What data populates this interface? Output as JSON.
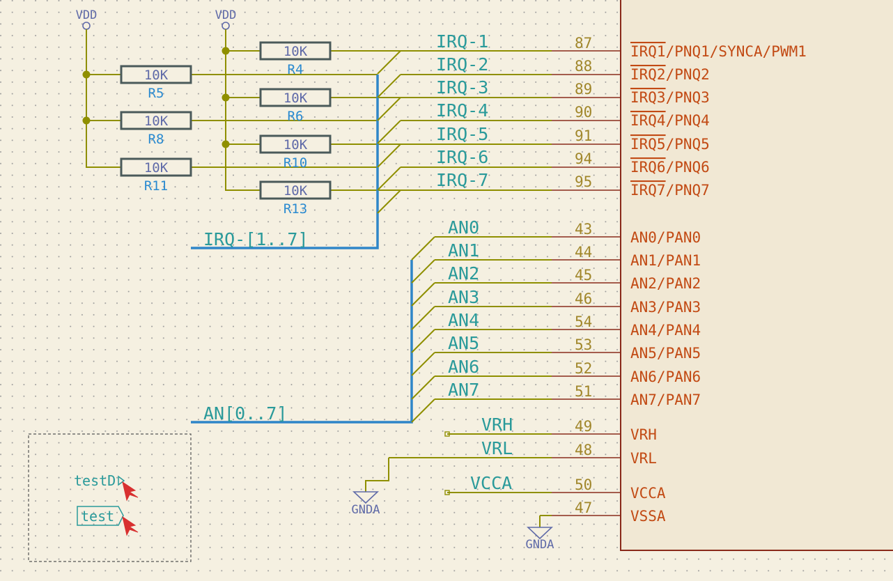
{
  "power": {
    "vdd": "VDD",
    "gnda": "GNDA"
  },
  "resistors": [
    {
      "value": "10K",
      "ref": "R4"
    },
    {
      "value": "10K",
      "ref": "R5"
    },
    {
      "value": "10K",
      "ref": "R6"
    },
    {
      "value": "10K",
      "ref": "R8"
    },
    {
      "value": "10K",
      "ref": "R10"
    },
    {
      "value": "10K",
      "ref": "R11"
    },
    {
      "value": "10K",
      "ref": "R13"
    }
  ],
  "irq_pins": [
    {
      "net": "IRQ-1",
      "num": "87",
      "bar": "IRQ1",
      "name": "/PNQ1/SYNCA/PWM1"
    },
    {
      "net": "IRQ-2",
      "num": "88",
      "bar": "IRQ2",
      "name": "/PNQ2"
    },
    {
      "net": "IRQ-3",
      "num": "89",
      "bar": "IRQ3",
      "name": "/PNQ3"
    },
    {
      "net": "IRQ-4",
      "num": "90",
      "bar": "IRQ4",
      "name": "/PNQ4"
    },
    {
      "net": "IRQ-5",
      "num": "91",
      "bar": "IRQ5",
      "name": "/PNQ5"
    },
    {
      "net": "IRQ-6",
      "num": "94",
      "bar": "IRQ6",
      "name": "/PNQ6"
    },
    {
      "net": "IRQ-7",
      "num": "95",
      "bar": "IRQ7",
      "name": "/PNQ7"
    }
  ],
  "an_pins": [
    {
      "net": "AN0",
      "num": "43",
      "name": "AN0/PAN0"
    },
    {
      "net": "AN1",
      "num": "44",
      "name": "AN1/PAN1"
    },
    {
      "net": "AN2",
      "num": "45",
      "name": "AN2/PAN2"
    },
    {
      "net": "AN3",
      "num": "46",
      "name": "AN3/PAN3"
    },
    {
      "net": "AN4",
      "num": "54",
      "name": "AN4/PAN4"
    },
    {
      "net": "AN5",
      "num": "53",
      "name": "AN5/PAN5"
    },
    {
      "net": "AN6",
      "num": "52",
      "name": "AN6/PAN6"
    },
    {
      "net": "AN7",
      "num": "51",
      "name": "AN7/PAN7"
    }
  ],
  "power_pins": [
    {
      "net": "VRH",
      "num": "49",
      "name": "VRH"
    },
    {
      "net": "VRL",
      "num": "48",
      "name": "VRL"
    },
    {
      "net": "VCCA",
      "num": "50",
      "name": "VCCA"
    },
    {
      "net": "",
      "num": "47",
      "name": "VSSA"
    }
  ],
  "buses": {
    "irq": "IRQ-[1..7]",
    "an": "AN[0..7]"
  },
  "labels": {
    "test_d": "testD",
    "test": "test"
  },
  "colors": {
    "background": "#f5f0e1",
    "wire": "#8f8f00",
    "bus": "#2f86c8",
    "pin_name": "#c24a14",
    "pin_number": "#a0862a",
    "net_label": "#2a9a9a"
  }
}
